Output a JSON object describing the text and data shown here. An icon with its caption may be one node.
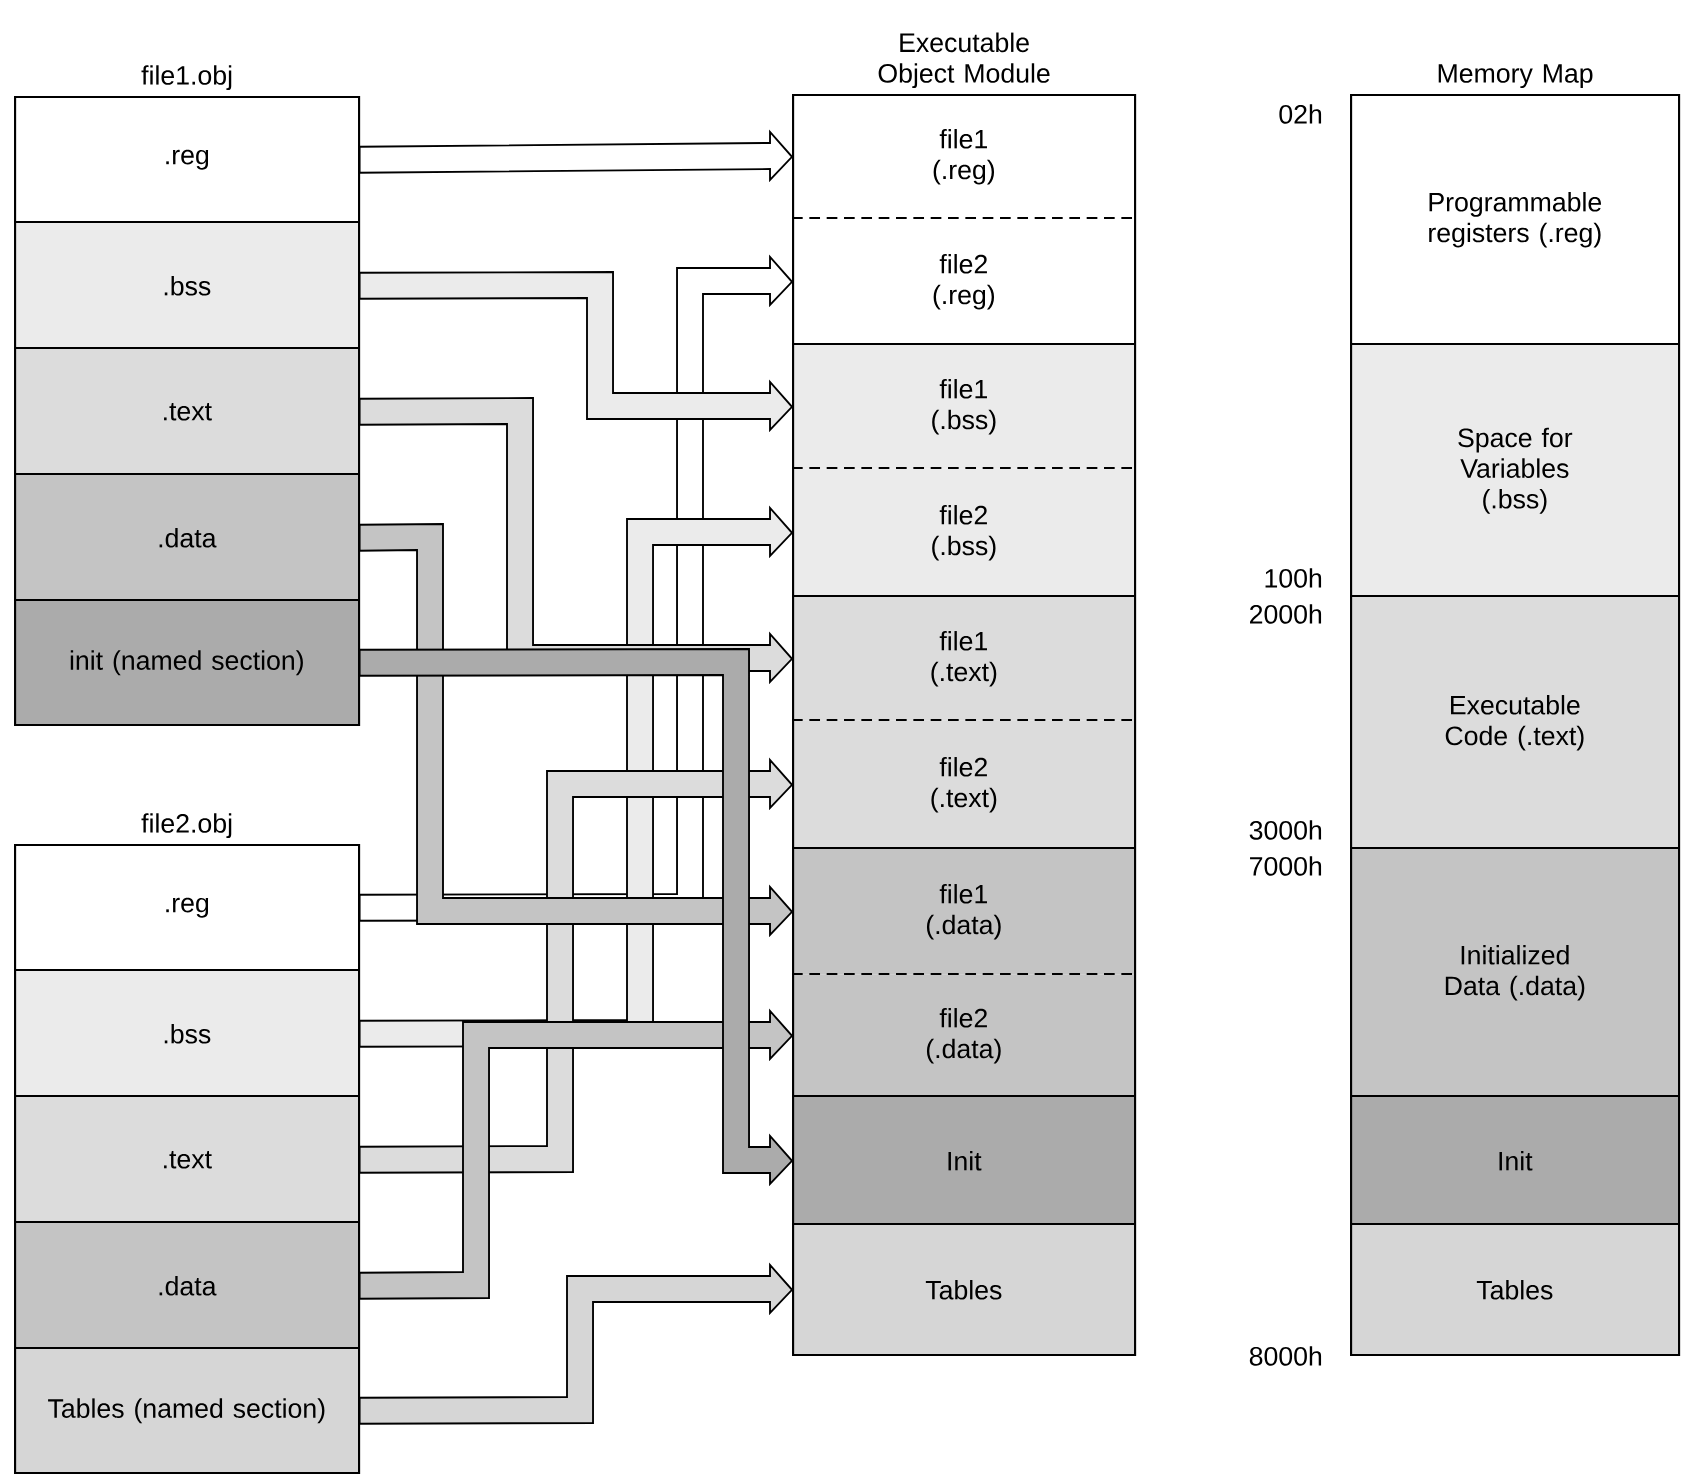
{
  "diagram": {
    "nodes": [
      {
        "text": [
          "file1.obj"
        ]
      },
      {
        "text": [
          ".reg"
        ],
        "in": 0
      },
      {
        "text": [
          ".bss"
        ],
        "in": 0
      },
      {
        "text": [
          ".text"
        ],
        "in": 0
      },
      {
        "text": [
          ".data"
        ],
        "in": 0
      },
      {
        "text": [
          "init (named section)"
        ],
        "in": 0
      },
      {
        "text": [
          "file2.obj"
        ]
      },
      {
        "text": [
          ".reg"
        ],
        "in": 6
      },
      {
        "text": [
          ".bss"
        ],
        "in": 6
      },
      {
        "text": [
          ".text"
        ],
        "in": 6
      },
      {
        "text": [
          ".data"
        ],
        "in": 6
      },
      {
        "text": [
          "Tables (named section)"
        ],
        "in": 6
      },
      {
        "text": [
          "Executable Object Module"
        ]
      },
      {
        "text": [
          "file1 (.reg)"
        ],
        "in": 12
      },
      {
        "text": [
          "file2 (.reg)"
        ],
        "in": 12
      },
      {
        "text": [
          "file1 (.bss)"
        ],
        "in": 12
      },
      {
        "text": [
          "file2 (.bss)"
        ],
        "in": 12
      },
      {
        "text": [
          "file1 (.text)"
        ],
        "in": 12
      },
      {
        "text": [
          "file2 (.text)"
        ],
        "in": 12
      },
      {
        "text": [
          "file1 (.data)"
        ],
        "in": 12
      },
      {
        "text": [
          "file2 (.data)"
        ],
        "in": 12
      },
      {
        "text": [
          "Init"
        ],
        "in": 12
      },
      {
        "text": [
          "Tables"
        ],
        "in": 12
      },
      {
        "text": [
          "Memory Map"
        ]
      },
      {
        "text": [
          "Programmable registers (.reg)"
        ],
        "in": 23
      },
      {
        "text": [
          "Space for Variables (.bss)"
        ],
        "in": 23
      },
      {
        "text": [
          "Executable Code (.text)"
        ],
        "in": 23
      },
      {
        "text": [
          "Initialized Data (.data)"
        ],
        "in": 23
      },
      {
        "text": [
          "Init"
        ],
        "in": 23
      },
      {
        "text": [
          "Tables"
        ],
        "in": 23
      }
    ],
    "edges": [
      {
        "from": 1,
        "to": 13,
        "arrow": "to"
      },
      {
        "from": 7,
        "to": 14,
        "arrow": "to"
      },
      {
        "from": 2,
        "to": 15,
        "arrow": "to"
      },
      {
        "from": 8,
        "to": 16,
        "arrow": "to"
      },
      {
        "from": 3,
        "to": 17,
        "arrow": "to"
      },
      {
        "from": 9,
        "to": 18,
        "arrow": "to"
      },
      {
        "from": 4,
        "to": 19,
        "arrow": "to"
      },
      {
        "from": 10,
        "to": 20,
        "arrow": "to"
      },
      {
        "from": 5,
        "to": 21,
        "arrow": "to"
      },
      {
        "from": 11,
        "to": 22,
        "arrow": "to"
      }
    ],
    "labels": [
      "02h",
      "100h",
      "2000h",
      "3000h",
      "7000h",
      "8000h"
    ]
  }
}
